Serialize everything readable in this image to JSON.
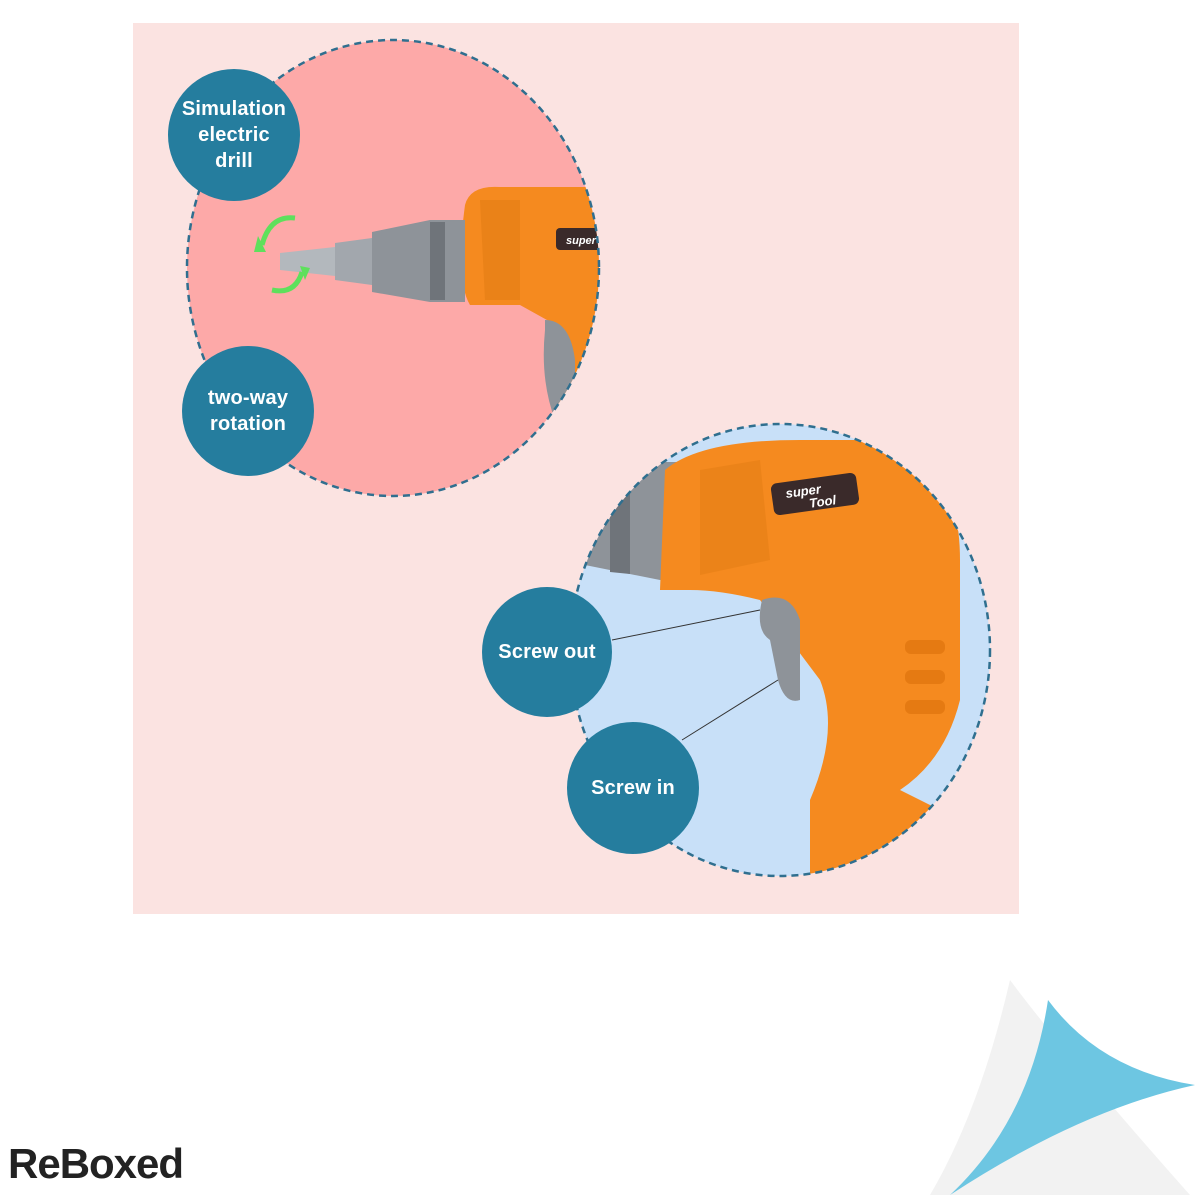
{
  "callouts": {
    "simulation": "Simulation\nelectric\ndrill",
    "rotation": "two-way\nrotation",
    "screw_out": "Screw out",
    "screw_in": "Screw in"
  },
  "drill_logo": {
    "line1": "super",
    "line2": "Tool"
  },
  "brand": {
    "name": "ReBoxed"
  },
  "colors": {
    "panel": "#fbe3e1",
    "circle_pink": "#fda9a8",
    "circle_blue": "#c8e0f8",
    "badge": "#257d9e",
    "drill_orange": "#f58a1f",
    "drill_grey": "#8e9399",
    "arrow_green": "#5ee05c",
    "corner_blue": "#6dc6e2"
  }
}
